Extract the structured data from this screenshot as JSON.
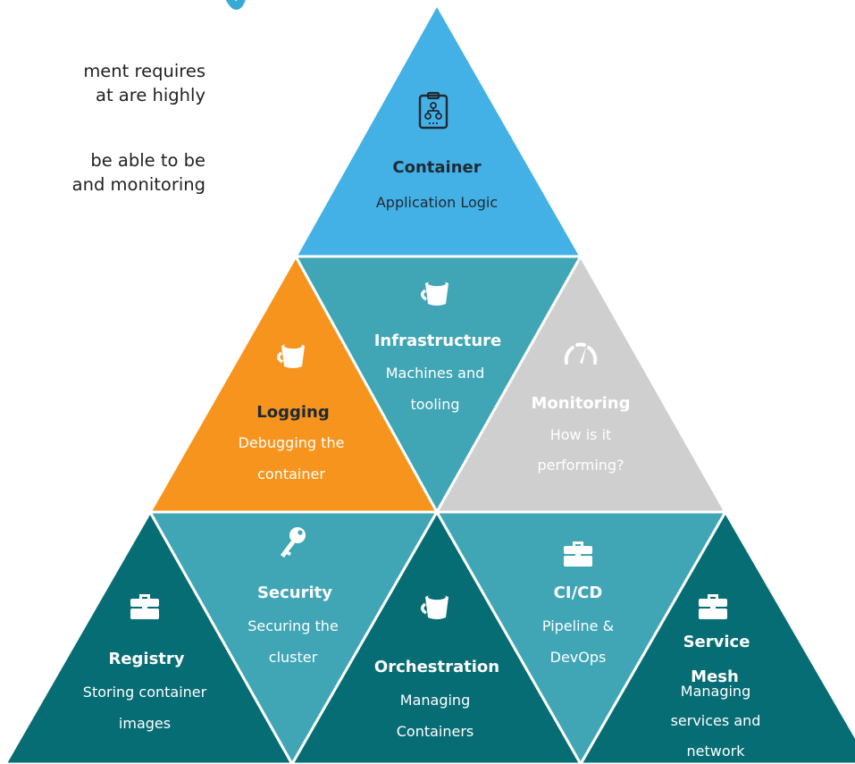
{
  "intro": {
    "lines": [
      "ment requires",
      "at are highly",
      "be able to be",
      "and monitoring"
    ]
  },
  "colors": {
    "container": "#44b1e6",
    "mid_teal": "#40a6b6",
    "dark_teal": "#076d74",
    "logging": "#f7941d",
    "monitoring": "#cfcfcf",
    "text_dark": "#1f2a33",
    "text_light": "#ffffff"
  },
  "pyramid": {
    "container": {
      "title": "Container",
      "desc": [
        "Application Logic"
      ],
      "icon": "clipboard-network-icon"
    },
    "infrastructure": {
      "title": "Infrastructure",
      "desc": [
        "Machines and",
        "tooling"
      ],
      "icon": "bucket-icon"
    },
    "logging": {
      "title": "Logging",
      "desc": [
        "Debugging the",
        "container"
      ],
      "icon": "bucket-icon"
    },
    "monitoring": {
      "title": "Monitoring",
      "desc": [
        "How is it",
        "performing?"
      ],
      "icon": "speedometer-icon"
    },
    "security": {
      "title": "Security",
      "desc": [
        "Securing the",
        "cluster"
      ],
      "icon": "key-icon"
    },
    "registry": {
      "title": "Registry",
      "desc": [
        "Storing container",
        "images"
      ],
      "icon": "toolbox-icon"
    },
    "orchestration": {
      "title": "Orchestration",
      "desc": [
        "Managing",
        "Containers"
      ],
      "icon": "bucket-icon"
    },
    "cicd": {
      "title": "CI/CD",
      "desc": [
        "Pipeline &",
        "DevOps"
      ],
      "icon": "toolbox-icon"
    },
    "service_mesh": {
      "title": [
        "Service",
        "Mesh"
      ],
      "desc": [
        "Managing",
        "services and",
        "network"
      ],
      "icon": "toolbox-icon"
    }
  }
}
